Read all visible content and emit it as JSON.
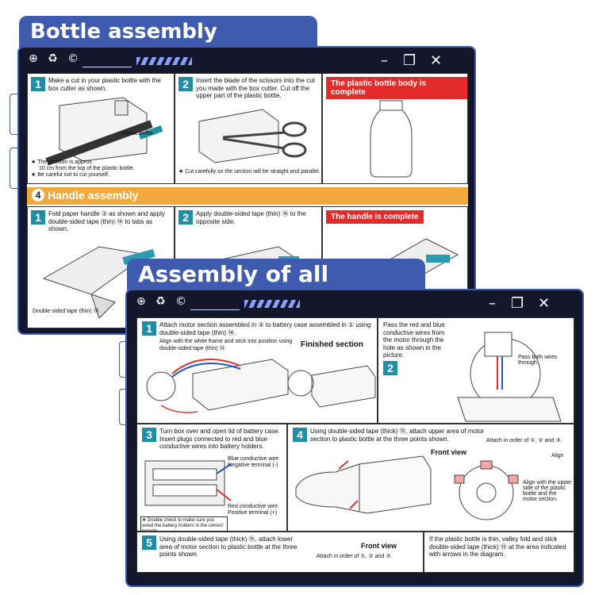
{
  "card1": {
    "title": "Bottle assembly",
    "steps": [
      {
        "num": "1",
        "text": "Make a cut in your plastic bottle with the box cutter as shown.",
        "label": "Plastic bottle",
        "notes": [
          "★ The position is approx.",
          "10 cm from the top of the plastic bottle.",
          "★ Be careful not to cut yourself."
        ]
      },
      {
        "num": "2",
        "text": "Insert the blade of the scissors into the cut you made with the box cutter. Cut off the upper part of the plastic bottle.",
        "notes": [
          "★ Cut carefully so the section will be straight and parallel."
        ]
      }
    ],
    "complete_badge": "The plastic bottle body is complete",
    "section_header": {
      "num": "4",
      "title": "Handle assembly"
    },
    "handle_steps": [
      {
        "num": "1",
        "text": "Fold paper handle ③ as shown and apply double-sided tape (thin) ⑭ to tabs as shown.",
        "label": "Double-sided tape (thin) ⑭"
      },
      {
        "num": "2",
        "text": "Apply double-sided tape (thin) ⑭ to the opposite side."
      }
    ],
    "handle_badge": "The handle is complete"
  },
  "card2": {
    "title": "Assembly of all sections",
    "step1": {
      "num": "1",
      "text": "Attach motor section assembled in ② to battery case assembled in ① using double-sided tape (thin) ⑭.",
      "align_note": "Align with the white frame and stick into position using double-sided tape (thin) ⑭",
      "finished": "Finished section"
    },
    "step2": {
      "num": "2",
      "text": "Pass the red and blue conductive wires from the motor through the hole as shown in the picture.",
      "label": "Pass both wires through."
    },
    "step3": {
      "num": "3",
      "text": "Turn box over and open lid of battery case. Insert plugs connected to red and blue conductive wires into battery holders.",
      "blue": "Blue conductive wire",
      "blue_term": "Negative terminal (-)",
      "red": "Red conductive wire",
      "red_term": "Positive terminal (+)",
      "note": "★ Double check to make sure you wired the battery holders in the correct polarity."
    },
    "step4": {
      "num": "4",
      "text": "Using double-sided tape (thick) ⑮, attach upper area of motor section to plastic bottle at the three points shown.",
      "front_view": "Front view",
      "order": "Attach in order of ①, ② and ③.",
      "align": "Align",
      "align_note": "Align with the upper side of the plastic bottle and the motor section."
    },
    "step5": {
      "num": "5",
      "text": "Using double-sided tape (thick) ⑮, attach lower area of motor section to plastic bottle at the three points shown.",
      "front_view": "Front view",
      "order": "Attach in order of ①, ② and ③."
    },
    "step6": {
      "text": "If the plastic bottle is thin, valley fold and stick double-sided tape (thick) ⑮ at the area indicated with arrows in the diagram."
    }
  },
  "window": {
    "system_icons": "⊕ ♻ ©",
    "minimize": "–",
    "restore": "❐",
    "close": "✕"
  }
}
